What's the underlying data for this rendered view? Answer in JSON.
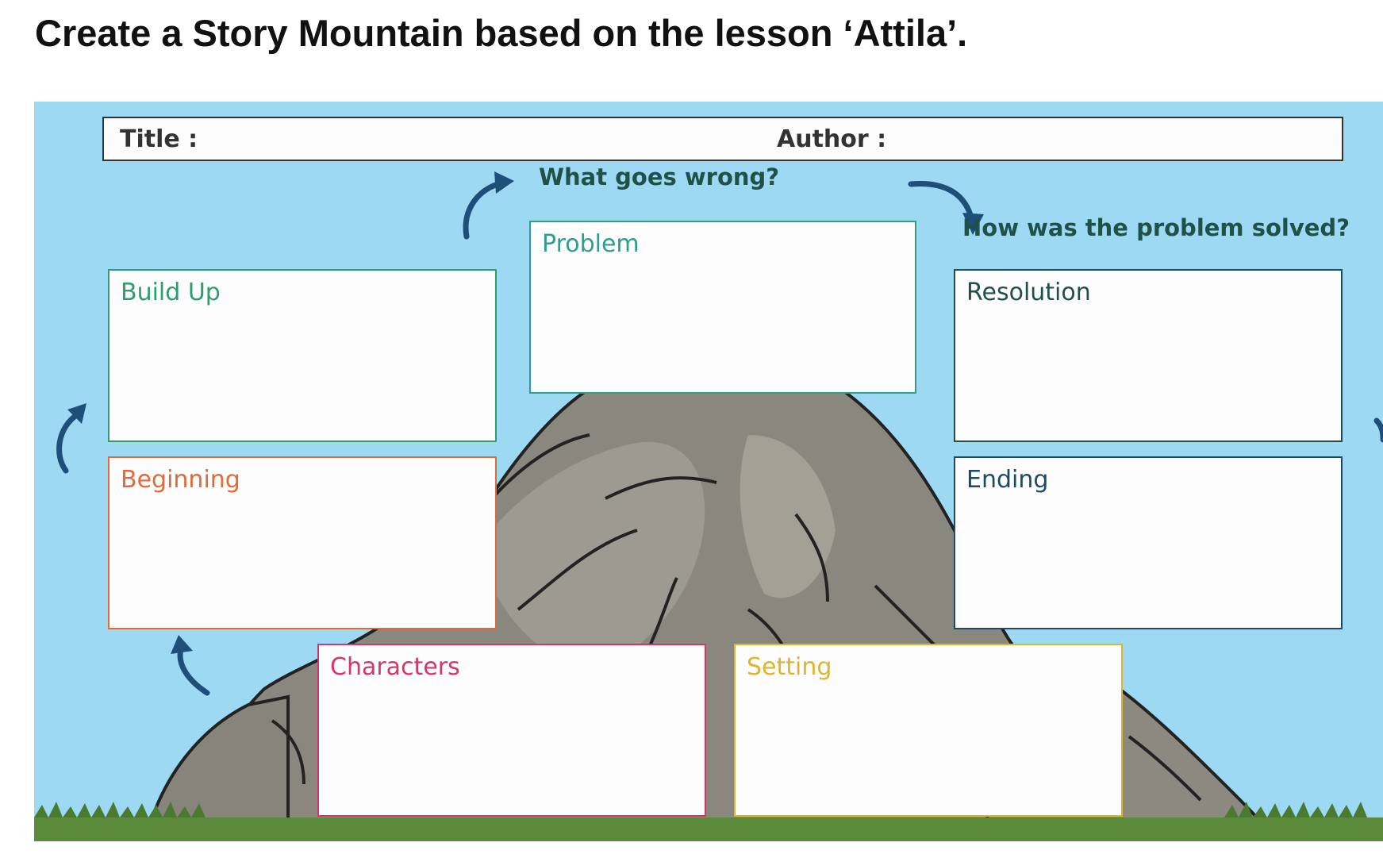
{
  "heading": "Create a Story Mountain based on the lesson ‘Attila’.",
  "title_label": "Title :",
  "author_label": "Author :",
  "prompts": {
    "problem_question": "What goes wrong?",
    "resolution_question": "How was the problem solved?"
  },
  "boxes": {
    "build_up": "Build Up",
    "problem": "Problem",
    "resolution": "Resolution",
    "beginning": "Beginning",
    "ending": "Ending",
    "characters": "Characters",
    "setting": "Setting"
  },
  "colors": {
    "sky": "#9ed9f4",
    "arrow": "#1d4f7a",
    "build_up": "#2e9e6e",
    "problem": "#2e9e8e",
    "resolution": "#1f5148",
    "beginning": "#e06a38",
    "ending": "#1f4a66",
    "characters": "#d63668",
    "setting": "#e0b52a"
  },
  "icons": [
    "curved-arrow-icon"
  ]
}
